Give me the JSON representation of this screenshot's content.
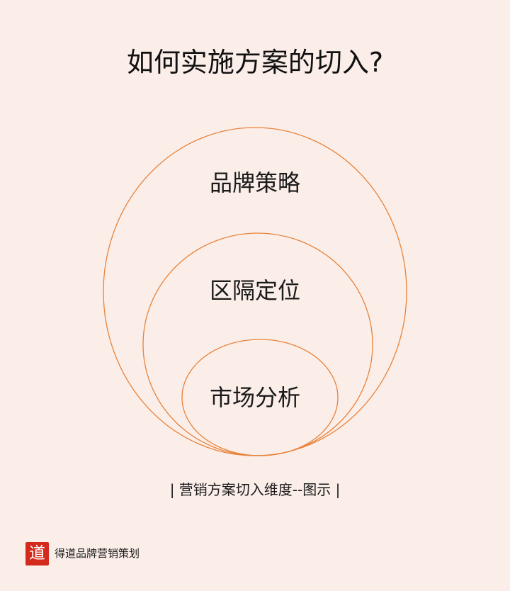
{
  "title": "如何实施方案的切入?",
  "diagram": {
    "layers": [
      {
        "label": "品牌策略"
      },
      {
        "label": "区隔定位"
      },
      {
        "label": "市场分析"
      }
    ],
    "stroke_color": "#e8823a"
  },
  "caption": "| 营销方案切入维度--图示 |",
  "brand": {
    "seal_char": "道",
    "name": "得道品牌营销策划",
    "seal_color": "#d42a1e"
  },
  "background_color": "#fbeee9"
}
